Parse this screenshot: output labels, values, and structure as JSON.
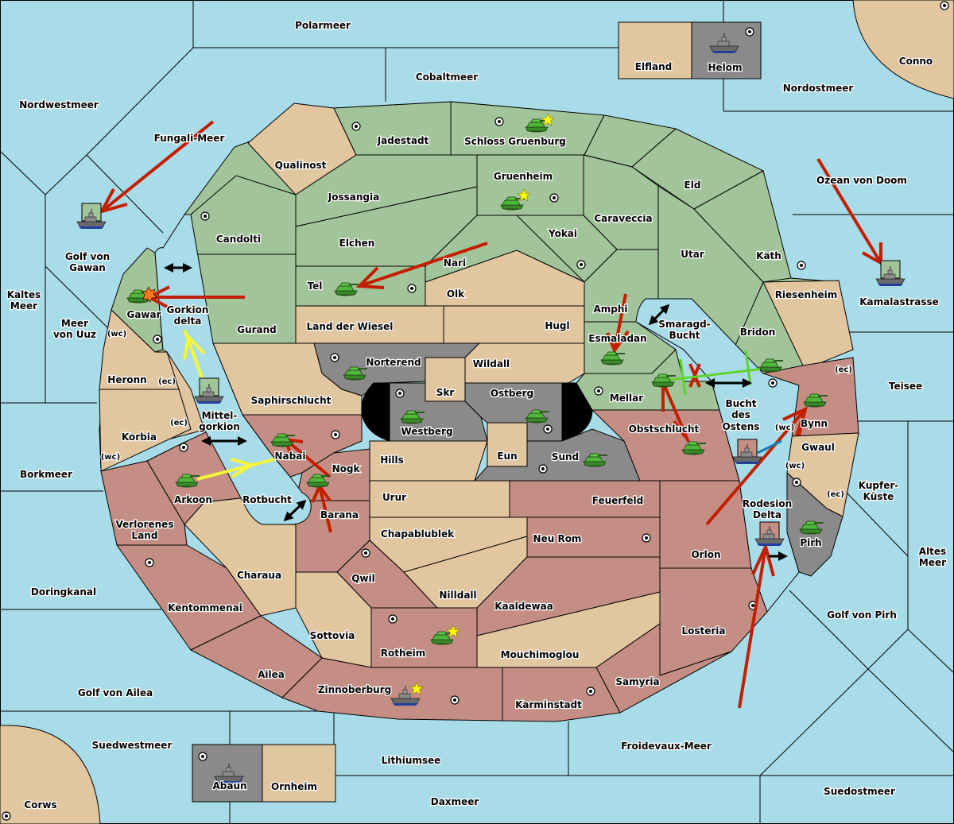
{
  "map": {
    "title": "Diplomacy-style game map",
    "colors": {
      "sea": "#a8dce9",
      "power_green": "#a2c49a",
      "neutral_tan": "#e1c69f",
      "power_rose": "#c48e84",
      "power_gray": "#8a8a8a",
      "impassable": "#000000",
      "order_red": "#c41e00",
      "order_yellow": "#f5f53a",
      "order_green": "#5ed42a",
      "order_blue": "#1a7ab8",
      "order_black": "#000000",
      "star": "#ffff00"
    },
    "sea_labels": {
      "polarmeer": "Polarmeer",
      "cobaltmeer": "Cobaltmeer",
      "nordwestmeer": "Nordwestmeer",
      "fungali_meer": "Fungali-Meer",
      "nordostmeer": "Nordostmeer",
      "ozean_von_doom": "Ozean von Doom",
      "kamalastrasse": "Kamalastrasse",
      "golf_von_gawan_1": "Golf von",
      "golf_von_gawan_2": "Gawan",
      "kaltes_meer_1": "Kaltes",
      "kaltes_meer_2": "Meer",
      "meer_von_uuz_1": "Meer",
      "meer_von_uuz_2": "von Uuz",
      "gorkion_delta_1": "Gorkion",
      "gorkion_delta_2": "delta",
      "mittelgorkion_1": "Mittel-",
      "mittelgorkion_2": "gorkion",
      "rotbucht": "Rotbucht",
      "borkmeer": "Borkmeer",
      "doringkanal": "Doringkanal",
      "golf_von_ailea": "Golf von Ailea",
      "suedwestmeer": "Suedwestmeer",
      "lithiumsee": "Lithiumsee",
      "daxmeer": "Daxmeer",
      "froidevaux_meer": "Froidevaux-Meer",
      "suedostmeer": "Suedostmeer",
      "golf_von_pirh": "Golf von Pirh",
      "altes_meer_1": "Altes",
      "altes_meer_2": "Meer",
      "kupfer_kueste_1": "Kupfer-",
      "kupfer_kueste_2": "Küste",
      "teisee": "Teisee",
      "smaragd_bucht_1": "Smaragd-",
      "smaragd_bucht_2": "Bucht",
      "bucht_des_ostens_1": "Bucht",
      "bucht_des_ostens_2": "des",
      "bucht_des_ostens_3": "Ostens",
      "rodesion_delta_1": "Rodesion",
      "rodesion_delta_2": "Delta"
    },
    "land_labels": {
      "elfland": "Elfland",
      "helom": "Helom",
      "conno": "Conno",
      "jadestadt": "Jadestadt",
      "schloss_gruenburg": "Schloss Gruenburg",
      "qualinost": "Qualinost",
      "jossangia": "Jossangia",
      "gruenheim": "Gruenheim",
      "eld": "Eld",
      "caraveccia": "Caraveccia",
      "candolti": "Candolti",
      "elchen": "Elchen",
      "yokai": "Yokai",
      "utar": "Utar",
      "kath": "Kath",
      "nari": "Nari",
      "tel": "Tel",
      "olk": "Olk",
      "riesenheim": "Riesenheim",
      "gawar": "Gawar",
      "gurand": "Gurand",
      "land_der_wiesel": "Land der Wiesel",
      "hugl": "Hugl",
      "amphi": "Amphi",
      "esmaladan": "Esmaladan",
      "bridon": "Bridon",
      "heronn": "Heronn",
      "norterend": "Norterend",
      "wildall": "Wildall",
      "skr": "Skr",
      "ostberg": "Ostberg",
      "mellar": "Mellar",
      "saphirschlucht": "Saphirschlucht",
      "westberg": "Westberg",
      "korbia": "Korbia",
      "nabai": "Nabai",
      "obstschlucht": "Obstschlucht",
      "bynn": "Bynn",
      "eun": "Eun",
      "sund": "Sund",
      "hills": "Hills",
      "nogk": "Nogk",
      "gwaul": "Gwaul",
      "arkoon": "Arkoon",
      "urur": "Urur",
      "feuerfeld": "Feuerfeld",
      "barana": "Barana",
      "chapablublek": "Chapablublek",
      "neu_rom": "Neu Rom",
      "verlorenes_land_1": "Verlorenes",
      "verlorenes_land_2": "Land",
      "pirh": "Pirh",
      "orlon": "Orlon",
      "charaua": "Charaua",
      "qwil": "Qwil",
      "nilldall": "Nilldall",
      "kentommenai": "Kentommenai",
      "kaaldewaa": "Kaaldewaa",
      "sottovia": "Sottovia",
      "losteria": "Losteria",
      "rotheim": "Rotheim",
      "mouchimoglou": "Mouchimoglou",
      "ailea": "Ailea",
      "samyria": "Samyria",
      "zinnoberburg": "Zinnoberburg",
      "karminstadt": "Karminstadt",
      "abaun": "Abaun",
      "ornheim": "Ornheim",
      "corws": "Corws"
    },
    "coast_tags": {
      "wc": "(wc)",
      "ec": "(ec)"
    }
  }
}
